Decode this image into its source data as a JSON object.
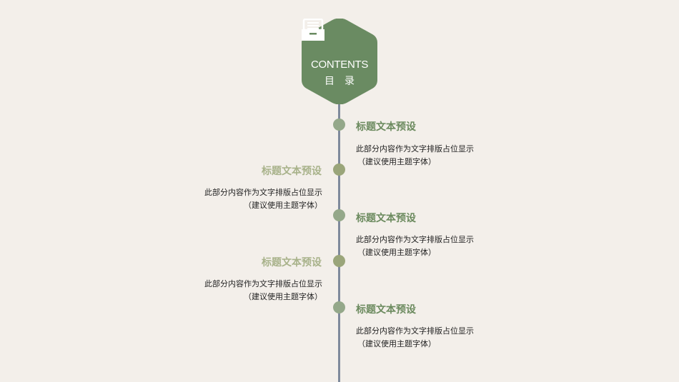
{
  "header": {
    "title": "CONTENTS",
    "subtitle": "目录",
    "icon": "drawer-icon",
    "hex_color": "#6a8b62"
  },
  "colors": {
    "background": "#f3efea",
    "timeline": "#7f8a9c",
    "right_title": "#6b8a5e",
    "left_title": "#a8b28a",
    "right_node": "#94a88a",
    "left_node": "#9aa57a"
  },
  "items": [
    {
      "side": "right",
      "title": "标题文本预设",
      "desc_line1": "此部分内容作为文字排版占位显示",
      "desc_line2": "（建议使用主题字体）"
    },
    {
      "side": "left",
      "title": "标题文本预设",
      "desc_line1": "此部分内容作为文字排版占位显示",
      "desc_line2": "（建议使用主题字体）"
    },
    {
      "side": "right",
      "title": "标题文本预设",
      "desc_line1": "此部分内容作为文字排版占位显示",
      "desc_line2": "（建议使用主题字体）"
    },
    {
      "side": "left",
      "title": "标题文本预设",
      "desc_line1": "此部分内容作为文字排版占位显示",
      "desc_line2": "（建议使用主题字体）"
    },
    {
      "side": "right",
      "title": "标题文本预设",
      "desc_line1": "此部分内容作为文字排版占位显示",
      "desc_line2": "（建议使用主题字体）"
    }
  ]
}
